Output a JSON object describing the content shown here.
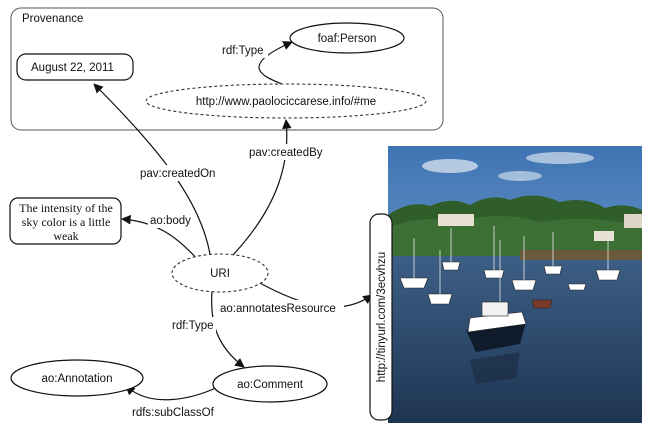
{
  "provenance": {
    "title": "Provenance",
    "date_literal": "August 22, 2011",
    "person_class": "foaf:Person",
    "creator_uri": "http://www.paolociccarese.info/#me",
    "type_edge": "rdf:Type"
  },
  "edges": {
    "created_on": "pav:createdOn",
    "created_by": "pav:createdBy",
    "body": "ao:body",
    "annotates_resource": "ao:annotatesResource",
    "type": "rdf:Type",
    "subclass_of": "rdfs:subClassOf"
  },
  "nodes": {
    "uri": "URI",
    "body_text_lines": [
      "The intensity of the",
      "sky color is a little",
      "weak"
    ],
    "comment": "ao:Comment",
    "annotation": "ao:Annotation",
    "resource_url": "http://tinyurl.com/3ecvhzu"
  },
  "photo": {
    "subject": "harbor with boats"
  }
}
